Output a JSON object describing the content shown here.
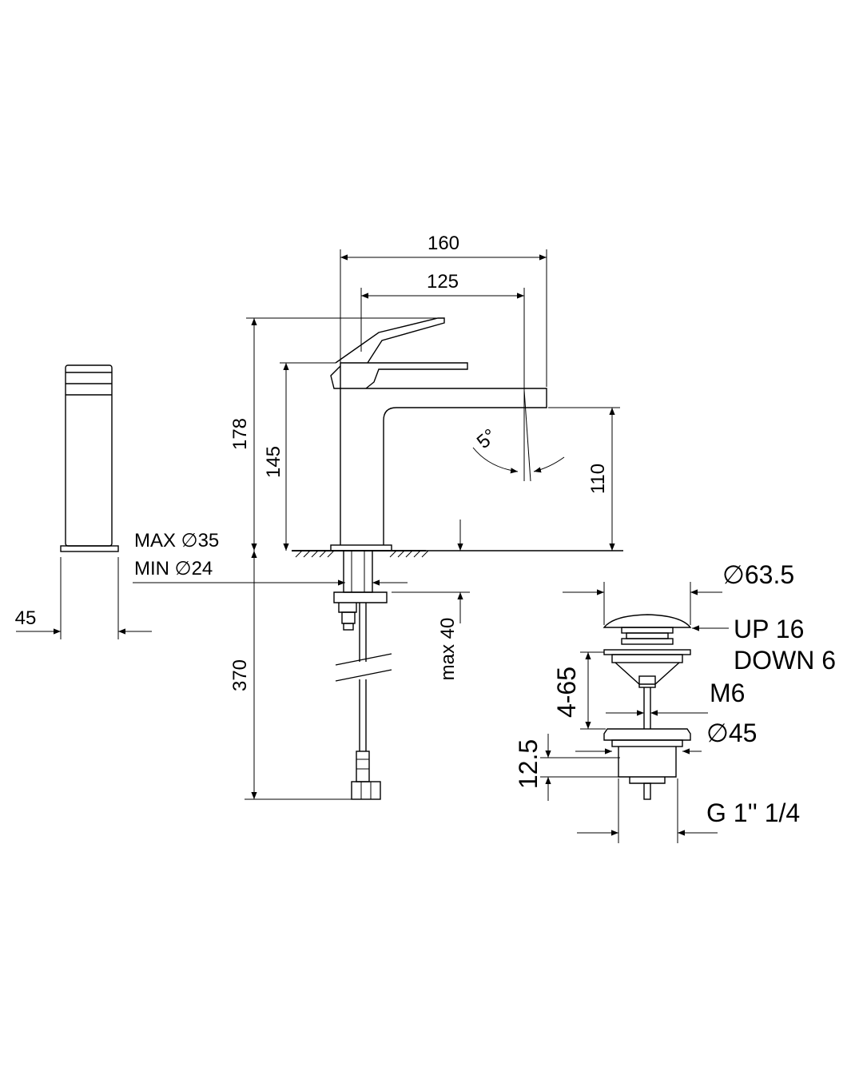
{
  "drawing": {
    "dimensions": {
      "overall_length": "160",
      "spout_reach": "125",
      "overall_height": "178",
      "handle_height": "145",
      "spout_height": "110",
      "tilt_angle": "5°",
      "side_width": "45",
      "hole_max": "MAX ∅35",
      "hole_min": "MIN ∅24",
      "deck_thickness": "max 40",
      "hose_length": "370"
    },
    "waste": {
      "cap_diameter": "∅63.5",
      "stroke_up": "UP 16",
      "stroke_down": "DOWN 6",
      "thread_rod": "M6",
      "flange_diameter": "∅45",
      "depth_range": "4-65",
      "flange_height": "12.5",
      "thread": "G 1'' 1/4"
    }
  }
}
